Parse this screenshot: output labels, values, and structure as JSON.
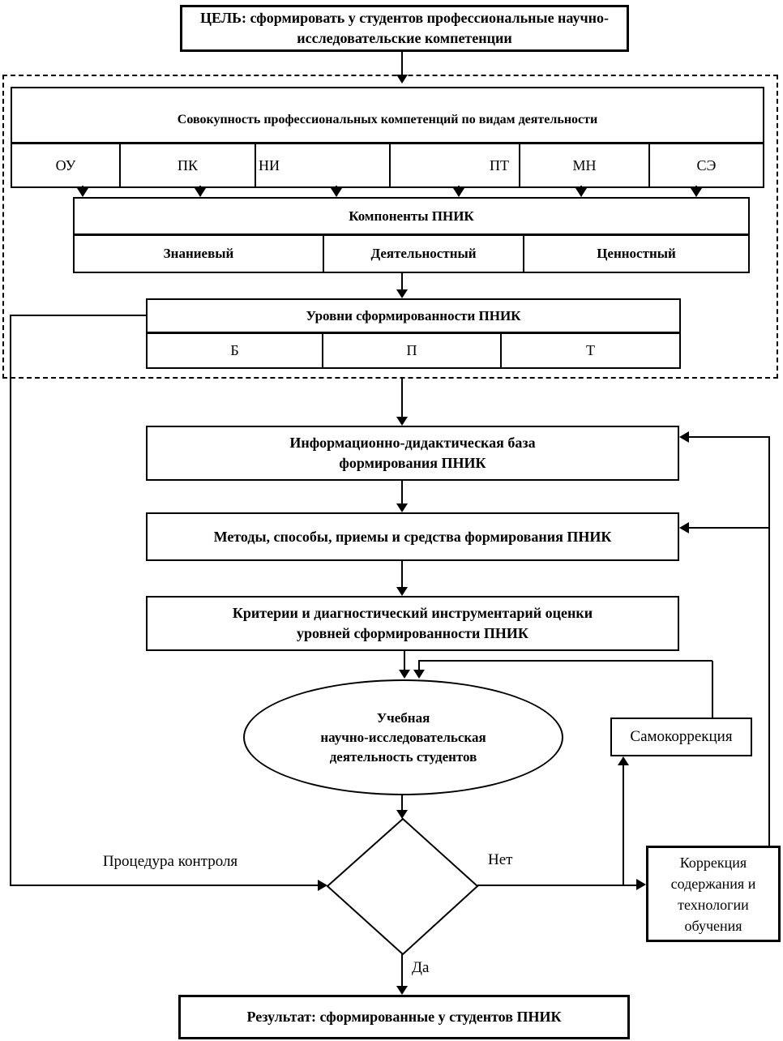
{
  "colors": {
    "ink": "#000000",
    "background": "#ffffff"
  },
  "goal": {
    "text": "ЦЕЛЬ: сформировать у студентов профессиональные научно-исследовательские компетенции"
  },
  "competencies": {
    "header": "Совокупность профессиональных компетенций по видам деятельности",
    "types": [
      "ОУ",
      "ПК",
      "НИ",
      "ПТ",
      "МН",
      "СЭ"
    ]
  },
  "components": {
    "header": "Компоненты ПНИК",
    "items": [
      "Знаниевый",
      "Деятельностный",
      "Ценностный"
    ]
  },
  "levels": {
    "header": "Уровни сформированности ПНИК",
    "items": [
      "Б",
      "П",
      "Т"
    ]
  },
  "base": {
    "lines": [
      "Информационно-дидактическая база",
      "формирования ПНИК"
    ]
  },
  "methods": {
    "text": "Методы, способы, приемы и средства формирования ПНИК"
  },
  "criteria": {
    "lines": [
      "Критерии и диагностический инструментарий оценки",
      "уровней сформированности ПНИК"
    ]
  },
  "activity": {
    "lines": [
      "Учебная",
      "научно-исследовательская",
      "деятельность студентов"
    ]
  },
  "self_correction": {
    "text": "Самокоррекция"
  },
  "control": {
    "label": "Процедура контроля"
  },
  "decision": {
    "no_label": "Нет",
    "yes_label": "Да"
  },
  "correction": {
    "text": "Коррекция содержания и технологии обучения"
  },
  "result": {
    "text": "Результат: сформированные у студентов ПНИК"
  }
}
